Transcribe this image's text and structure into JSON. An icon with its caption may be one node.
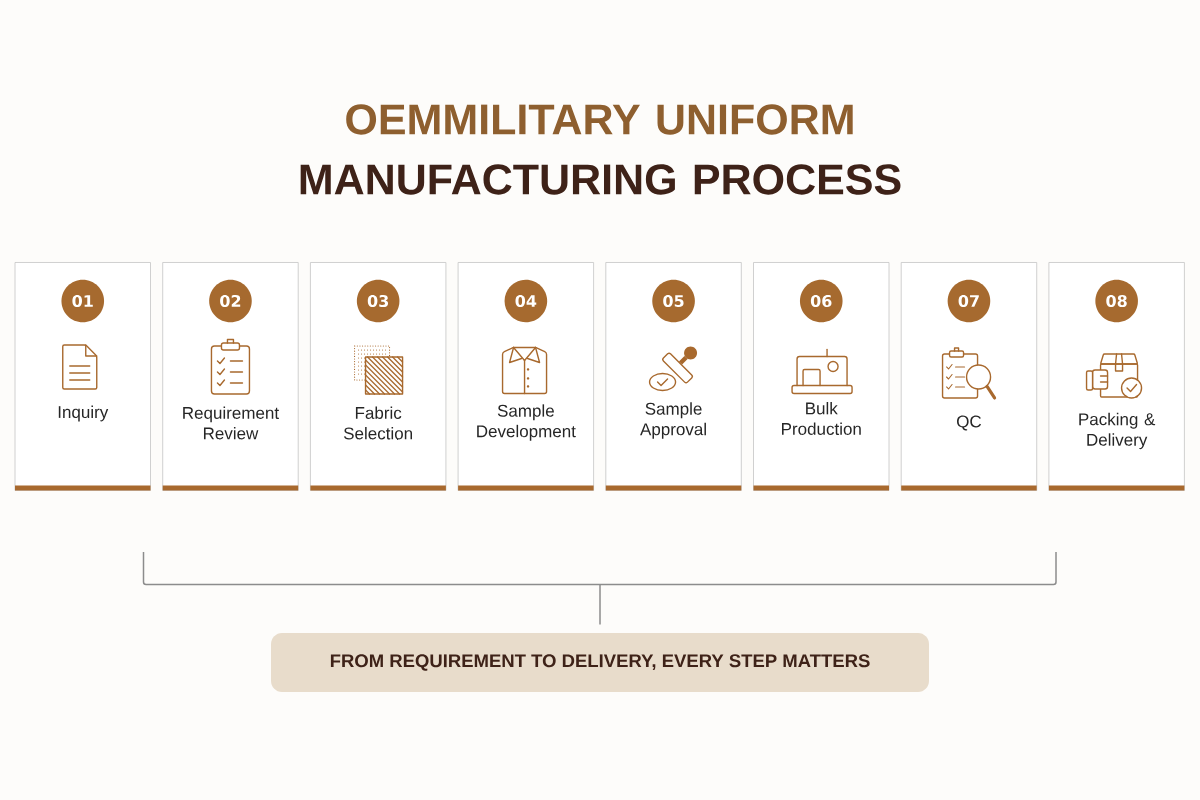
{
  "diagram": {
    "title": "OEMMILITARY UNIFORM MANUFACTURING PROCESS",
    "nodes": [
      {
        "text": [
          "Inquiry"
        ]
      },
      {
        "text": [
          "01"
        ],
        "in": 0
      },
      {
        "text": [
          "Requirement Review"
        ]
      },
      {
        "text": [
          "02"
        ],
        "in": 2
      },
      {
        "text": [
          "Fabric Selection"
        ]
      },
      {
        "text": [
          "03"
        ],
        "in": 4
      },
      {
        "text": [
          "Sample Development"
        ]
      },
      {
        "text": [
          "04"
        ],
        "in": 6
      },
      {
        "text": [
          "Sample Approval"
        ]
      },
      {
        "text": [
          "05"
        ],
        "in": 8
      },
      {
        "text": [
          "Bulk Production"
        ]
      },
      {
        "text": [
          "06"
        ],
        "in": 10
      },
      {
        "text": [
          "QC"
        ]
      },
      {
        "text": [
          "07"
        ],
        "in": 12
      },
      {
        "text": [
          "Packing & Delivery"
        ]
      },
      {
        "text": [
          "08"
        ],
        "in": 14
      },
      {
        "text": [
          "FROM REQUIREMENT TO DELIVERY, EVERY STEP MATTERS"
        ]
      }
    ]
  }
}
